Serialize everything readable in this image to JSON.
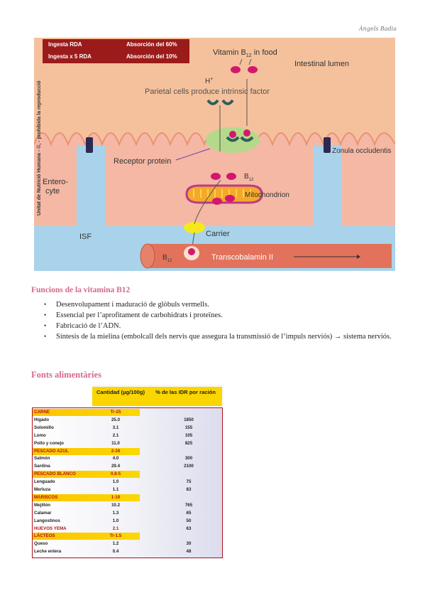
{
  "header": {
    "signature": "Àngels Badia"
  },
  "diagram": {
    "rda": {
      "label": "Ingesta RDA",
      "value": "Absorción del 60%"
    },
    "rda5": {
      "label": "Ingesta x 5 RDA",
      "value": "Absorción del 10%"
    },
    "side_text": "Unitat de Nutrició Humana - ©, - prohibida la reproducció",
    "vitamin_in_food": "Vitamin B",
    "vitamin_sub": "12",
    "vitamin_suffix": " in food",
    "intestinal_lumen": "Intestinal lumen",
    "h_plus": "H",
    "h_sup": "+",
    "parietal": "Parietal cells produce intrinsic factor",
    "receptor": "Receptor protein",
    "zonula": "Zonula occludentis",
    "enterocyte_1": "Entero-",
    "enterocyte_2": "cyte",
    "b12_label": "B",
    "b12_sub": "12",
    "mitochondrion": "Mitochondrion",
    "isf": "ISF",
    "carrier": "Carrier",
    "b12_vessel": "B",
    "b12_vessel_sub": "12",
    "transcobalamin": "Transcobalamin II"
  },
  "functions": {
    "title": "Funcions de la vitamina B12",
    "items": [
      "Desenvolupament i maduració de glòbuls vermells.",
      "Essencial per l’aprofitament de carbohidrats i proteïnes.",
      "Fabricació de l’ADN.",
      "Síntesis de la mielina (embolcall dels nervis que assegura la transmissió de l’impuls nerviós) → sistema nerviós."
    ]
  },
  "sources": {
    "title": "Fonts alimentàries",
    "headers": {
      "amount": "Cantidad (µg/100g)",
      "idr": "% de las IDR por ración"
    },
    "groups": [
      {
        "name": "CARNE",
        "range": "Tr-25",
        "items": [
          {
            "food": "Hígado",
            "amount": "25.0",
            "idr": "1850"
          },
          {
            "food": "Solomillo",
            "amount": "3.1",
            "idr": "155"
          },
          {
            "food": "Lomo",
            "amount": "2.1",
            "idr": "105"
          },
          {
            "food": "Pollo y conejo",
            "amount": "11.0",
            "idr": "825"
          }
        ]
      },
      {
        "name": "PESCADO AZUL",
        "range": "2-28",
        "items": [
          {
            "food": "Salmón",
            "amount": "4.0",
            "idr": "300"
          },
          {
            "food": "Sardina",
            "amount": "29.4",
            "idr": "2100"
          }
        ]
      },
      {
        "name": "PESCADO BLANCO",
        "range": "0.8-5",
        "items": [
          {
            "food": "Lenguado",
            "amount": "1.0",
            "idr": "75"
          },
          {
            "food": "Merluza",
            "amount": "1.1",
            "idr": "83"
          }
        ]
      },
      {
        "name": "MARISCOS",
        "range": "1-10",
        "items": [
          {
            "food": "Mejillón",
            "amount": "10.2",
            "idr": "765"
          },
          {
            "food": "Calamar",
            "amount": "1.3",
            "idr": "65"
          },
          {
            "food": "Langostinos",
            "amount": "1.0",
            "idr": "50"
          }
        ]
      },
      {
        "name": "HUEVOS YEMA",
        "range": "2.1",
        "inline": true,
        "idr": "63",
        "items": []
      },
      {
        "name": "LÁCTEOS",
        "range": "Tr-1.5",
        "items": [
          {
            "food": "Queso",
            "amount": "1.2",
            "idr": "30"
          },
          {
            "food": "Leche entera",
            "amount": "0.4",
            "idr": "48"
          }
        ]
      }
    ]
  },
  "colors": {
    "accent_title": "#d46a87",
    "table_yellow": "#fbd500",
    "table_red": "#b5121b",
    "lumen": "#f5c19c",
    "blood": "#a9d3ea"
  }
}
